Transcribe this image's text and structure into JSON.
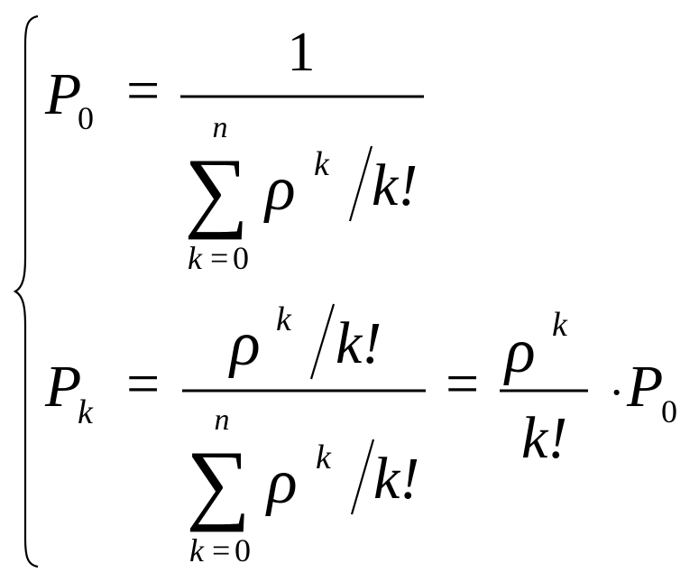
{
  "equation": {
    "line1": {
      "lhs_symbol": "P",
      "lhs_subscript": "0",
      "equals": "=",
      "numerator": "1",
      "denominator": {
        "sum_symbol": "∑",
        "sum_upper": "n",
        "sum_lower_var": "k",
        "sum_lower_eq": "=",
        "sum_lower_start": "0",
        "base": "ρ",
        "exponent": "k",
        "slash": "/",
        "factorial": "k!"
      }
    },
    "line2": {
      "lhs_symbol": "P",
      "lhs_subscript": "k",
      "equals": "=",
      "numerator": {
        "base": "ρ",
        "exponent": "k",
        "slash": "/",
        "factorial": "k!"
      },
      "denominator": {
        "sum_symbol": "∑",
        "sum_upper": "n",
        "sum_lower_var": "k",
        "sum_lower_eq": "=",
        "sum_lower_start": "0",
        "base": "ρ",
        "exponent": "k",
        "slash": "/",
        "factorial": "k!"
      },
      "equals2": "=",
      "frac2_numerator": {
        "base": "ρ",
        "exponent": "k"
      },
      "frac2_denominator": "k!",
      "dot": "·",
      "tail_symbol": "P",
      "tail_subscript": "0"
    }
  }
}
